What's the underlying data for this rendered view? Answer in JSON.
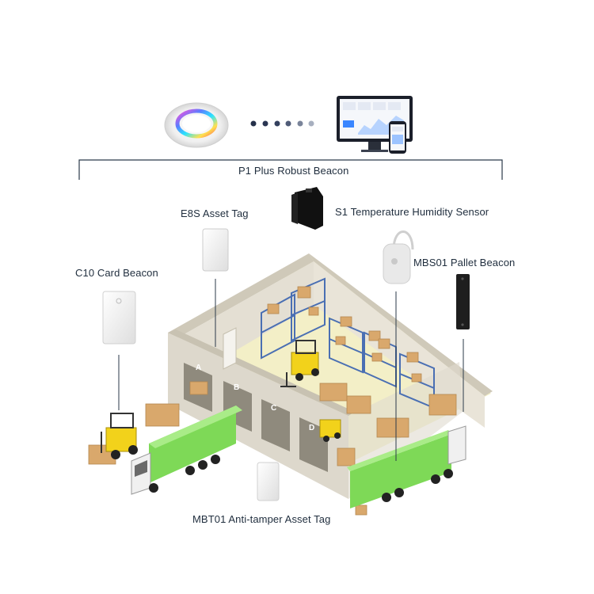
{
  "labels": {
    "gateway": "P1 Plus Robust Beacon",
    "temp_sensor": "S1 Temperature Humidity Sensor",
    "e8s": "E8S Asset Tag",
    "c10": "C10 Card Beacon",
    "mbs01": "MBS01 Pallet Beacon",
    "mbt01": "MBT01 Anti-tamper Asset Tag"
  },
  "dock_doors": [
    "A",
    "B",
    "C",
    "D"
  ],
  "colors": {
    "text": "#1f2d3d",
    "line": "#2b3a4a",
    "truck_green": "#7ed957",
    "forklift_yellow": "#f2d21b",
    "box": "#d9a86c",
    "rack": "#4a6fb3",
    "floor": "#f3efc7",
    "wall": "#ddd8cc"
  },
  "icons": [
    "gateway-ring-icon",
    "dots-icon",
    "monitor-icon",
    "phone-icon"
  ]
}
